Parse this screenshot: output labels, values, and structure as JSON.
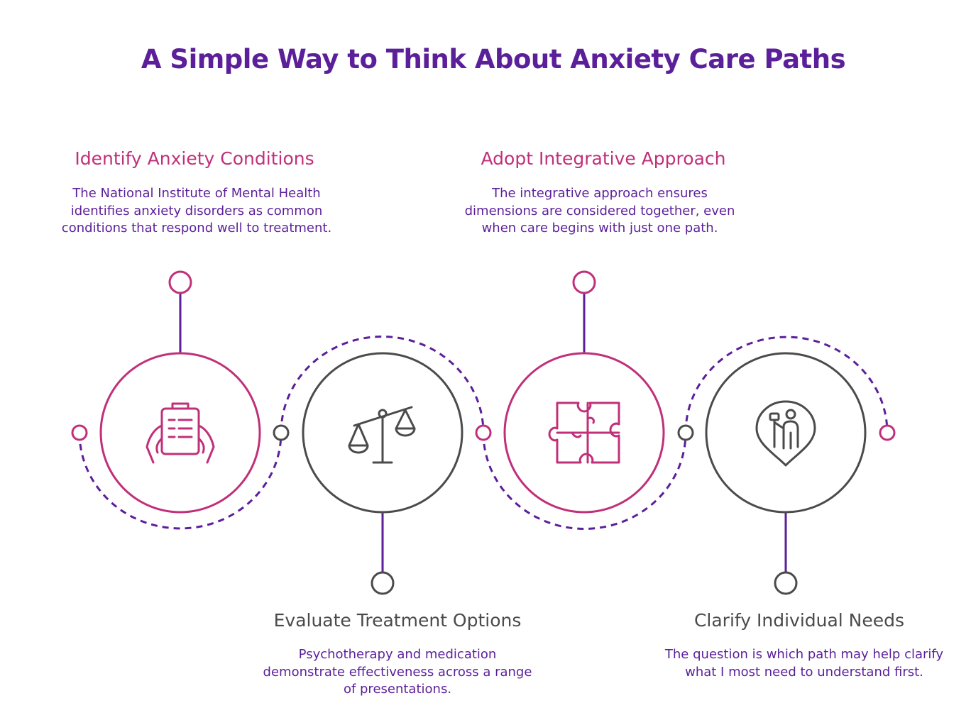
{
  "title": "A Simple Way to Think About Anxiety Care Paths",
  "colors": {
    "title": "#5b1f9a",
    "pink": "#c0307a",
    "gray": "#4b4b4b",
    "purple": "#5b1f9a"
  },
  "steps": [
    {
      "title": "Identify Anxiety Conditions",
      "description": "The National Institute of Mental Health identifies anxiety disorders as common conditions that respond well to treatment.",
      "icon": "clipboard-hands-icon"
    },
    {
      "title": "Evaluate Treatment Options",
      "description": "Psychotherapy and medication demonstrate effectiveness across a range of presentations.",
      "icon": "balance-scale-icon"
    },
    {
      "title": "Adopt Integrative Approach",
      "description": "The integrative approach ensures dimensions are considered together, even when care begins with just one path.",
      "icon": "puzzle-pieces-icon"
    },
    {
      "title": "Clarify Individual Needs",
      "description": "The question is which path may help clarify what I most need to understand first.",
      "icon": "person-location-pin-icon"
    }
  ]
}
